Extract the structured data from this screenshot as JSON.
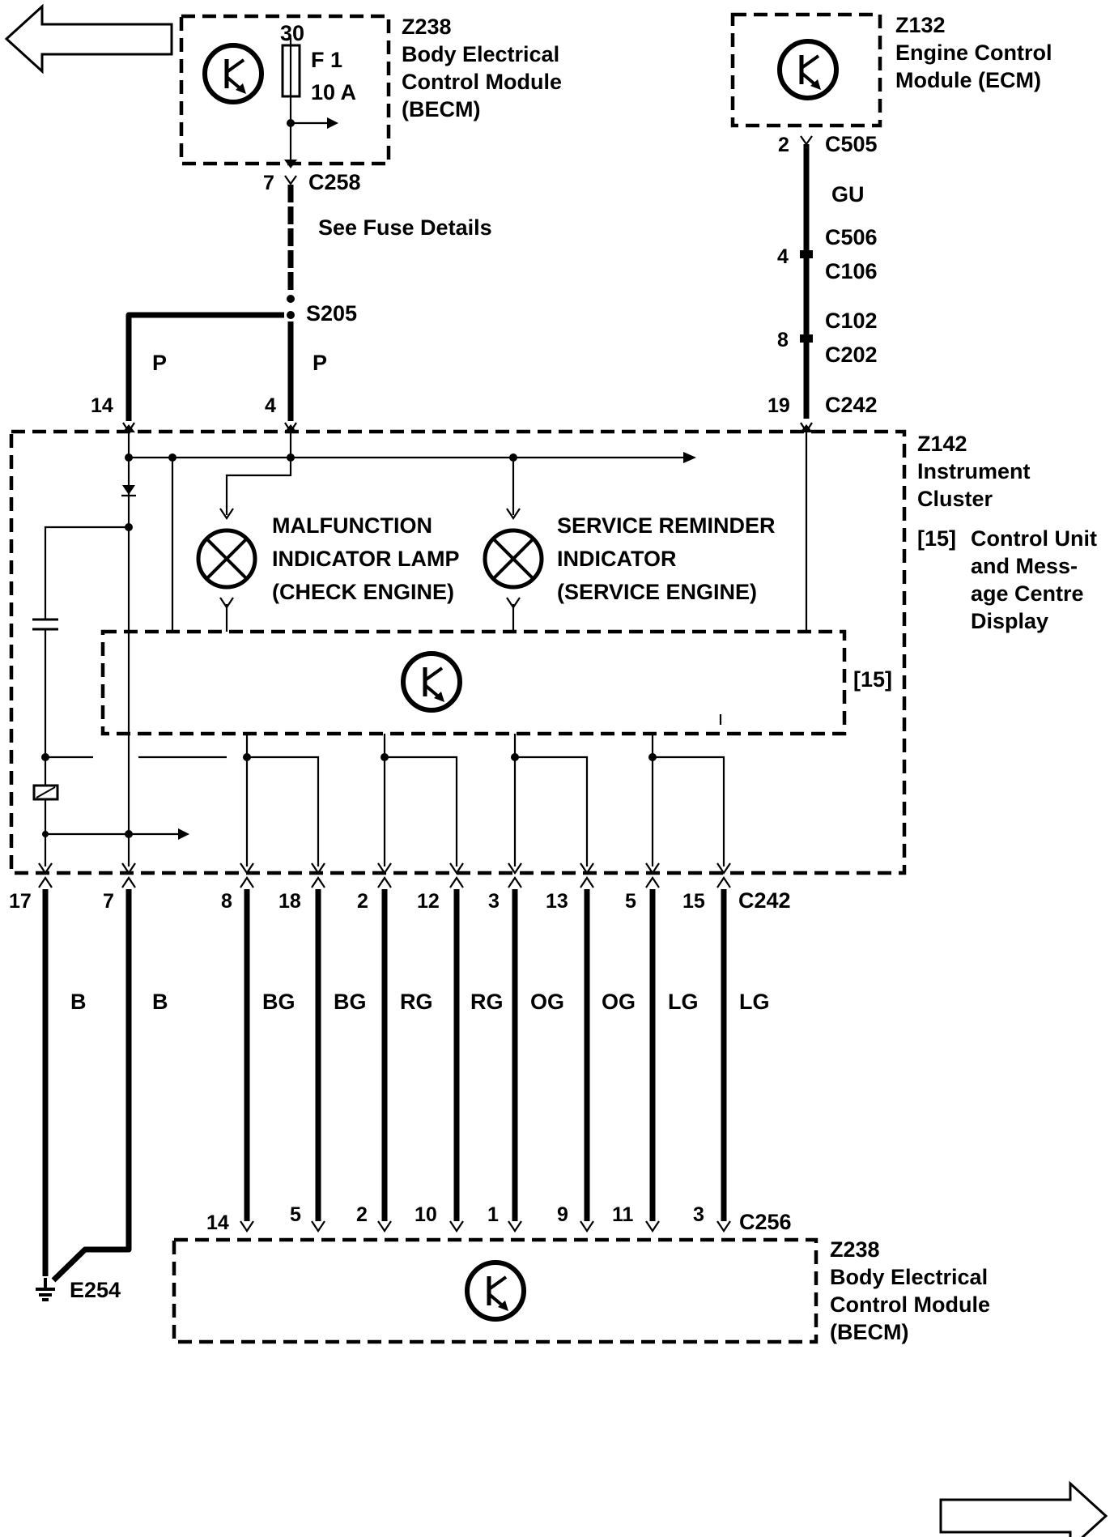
{
  "modules": {
    "becm_top": {
      "code": "Z238",
      "name_lines": [
        "Body Electrical",
        "Control Module",
        "(BECM)"
      ]
    },
    "ecm": {
      "code": "Z132",
      "name_lines": [
        "Engine Control",
        "Module (ECM)"
      ]
    },
    "cluster": {
      "code": "Z142",
      "name_lines": [
        "Instrument",
        "Cluster"
      ],
      "sub_ref": "[15]",
      "sub_lines": [
        "Control Unit",
        "and Mess-",
        "age Centre",
        "Display"
      ],
      "box_ref": "[15]"
    },
    "becm_bottom": {
      "code": "Z238",
      "name_lines": [
        "Body Electrical",
        "Control Module",
        "(BECM)"
      ]
    }
  },
  "fuse": {
    "number": "30",
    "name": "F 1",
    "rating": "10 A"
  },
  "connectors": {
    "c258": "C258",
    "c505": "C505",
    "c506": "C506",
    "c106": "C106",
    "c102": "C102",
    "c202": "C202",
    "c242_top": "C242",
    "c242_bottom": "C242",
    "c256": "C256",
    "s205": "S205",
    "e254": "E254"
  },
  "notes": {
    "fuse_details": "See Fuse Details"
  },
  "lamps": {
    "mil": [
      "MALFUNCTION",
      "INDICATOR LAMP",
      "(CHECK ENGINE)"
    ],
    "sri": [
      "SERVICE REMINDER",
      "INDICATOR",
      "(SERVICE ENGINE)"
    ]
  },
  "wire_colors": {
    "gu": "GU",
    "p_left": "P",
    "p_right": "P"
  },
  "pins": {
    "c258": "7",
    "c505": "2",
    "c506": "4",
    "c102": "8",
    "top_c242": [
      "14",
      "4",
      "19"
    ],
    "bottom_c242": [
      "17",
      "7",
      "8",
      "18",
      "2",
      "12",
      "3",
      "13",
      "5",
      "15"
    ],
    "c256": [
      "14",
      "5",
      "2",
      "10",
      "1",
      "9",
      "11",
      "3"
    ]
  },
  "bottom_wire_colors": [
    "B",
    "B",
    "BG",
    "BG",
    "RG",
    "RG",
    "OG",
    "OG",
    "LG",
    "LG"
  ]
}
